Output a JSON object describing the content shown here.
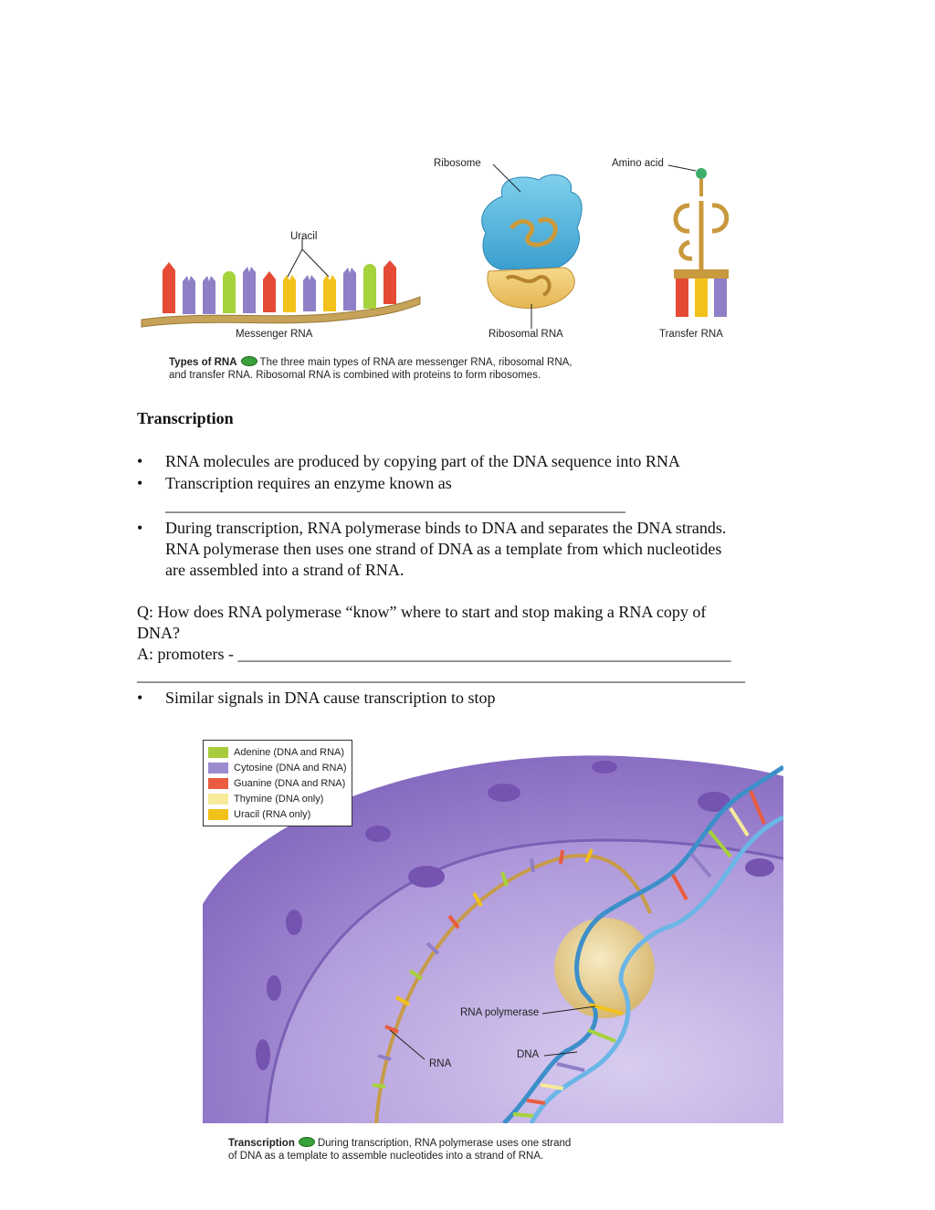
{
  "figure1": {
    "labels": {
      "uracil": "Uracil",
      "messenger_rna": "Messenger RNA",
      "ribosome": "Ribosome",
      "ribosomal_rna": "Ribosomal RNA",
      "amino_acid": "Amino acid",
      "transfer_rna": "Transfer RNA"
    },
    "caption": {
      "title": "Types of RNA",
      "text": "The three main types of RNA are messenger RNA, ribosomal RNA,",
      "text2": "and transfer RNA. Ribosomal RNA is combined with proteins to form ribosomes."
    }
  },
  "section": {
    "heading": "Transcription",
    "bullets": [
      "RNA molecules are produced by copying part of the DNA sequence into RNA",
      "Transcription requires an enzyme known as",
      "During transcription, RNA polymerase binds to DNA and separates the DNA strands."
    ],
    "blank_line": "________________________________________________________",
    "bullet3_cont": [
      "RNA polymerase then uses one strand of DNA as a template from which nucleotides",
      "are assembled into a strand of RNA."
    ],
    "question_1": "Q: How does RNA polymerase “know” where to start and stop making a RNA copy of",
    "question_2": "DNA?",
    "answer": "A: promoters - ____________________________________________________________",
    "answer_line2": "__________________________________________________________________________",
    "bullet4": "Similar signals in DNA cause transcription to stop",
    "bullet_char": "•"
  },
  "figure2": {
    "legend": [
      {
        "label": "Adenine (DNA and RNA)",
        "color": "#a9cc3c"
      },
      {
        "label": "Cytosine (DNA and RNA)",
        "color": "#9b8ad0"
      },
      {
        "label": "Guanine (DNA and RNA)",
        "color": "#ea5b3f"
      },
      {
        "label": "Thymine (DNA only)",
        "color": "#f7ea9a"
      },
      {
        "label": "Uracil (RNA only)",
        "color": "#f2c21a"
      }
    ],
    "labels": {
      "rna_polymerase": "RNA polymerase",
      "dna": "DNA",
      "rna": "RNA"
    },
    "caption": {
      "title": "Transcription",
      "text": "During transcription, RNA polymerase uses one strand",
      "text2": "of DNA as a template to assemble nucleotides into a strand of RNA."
    }
  }
}
